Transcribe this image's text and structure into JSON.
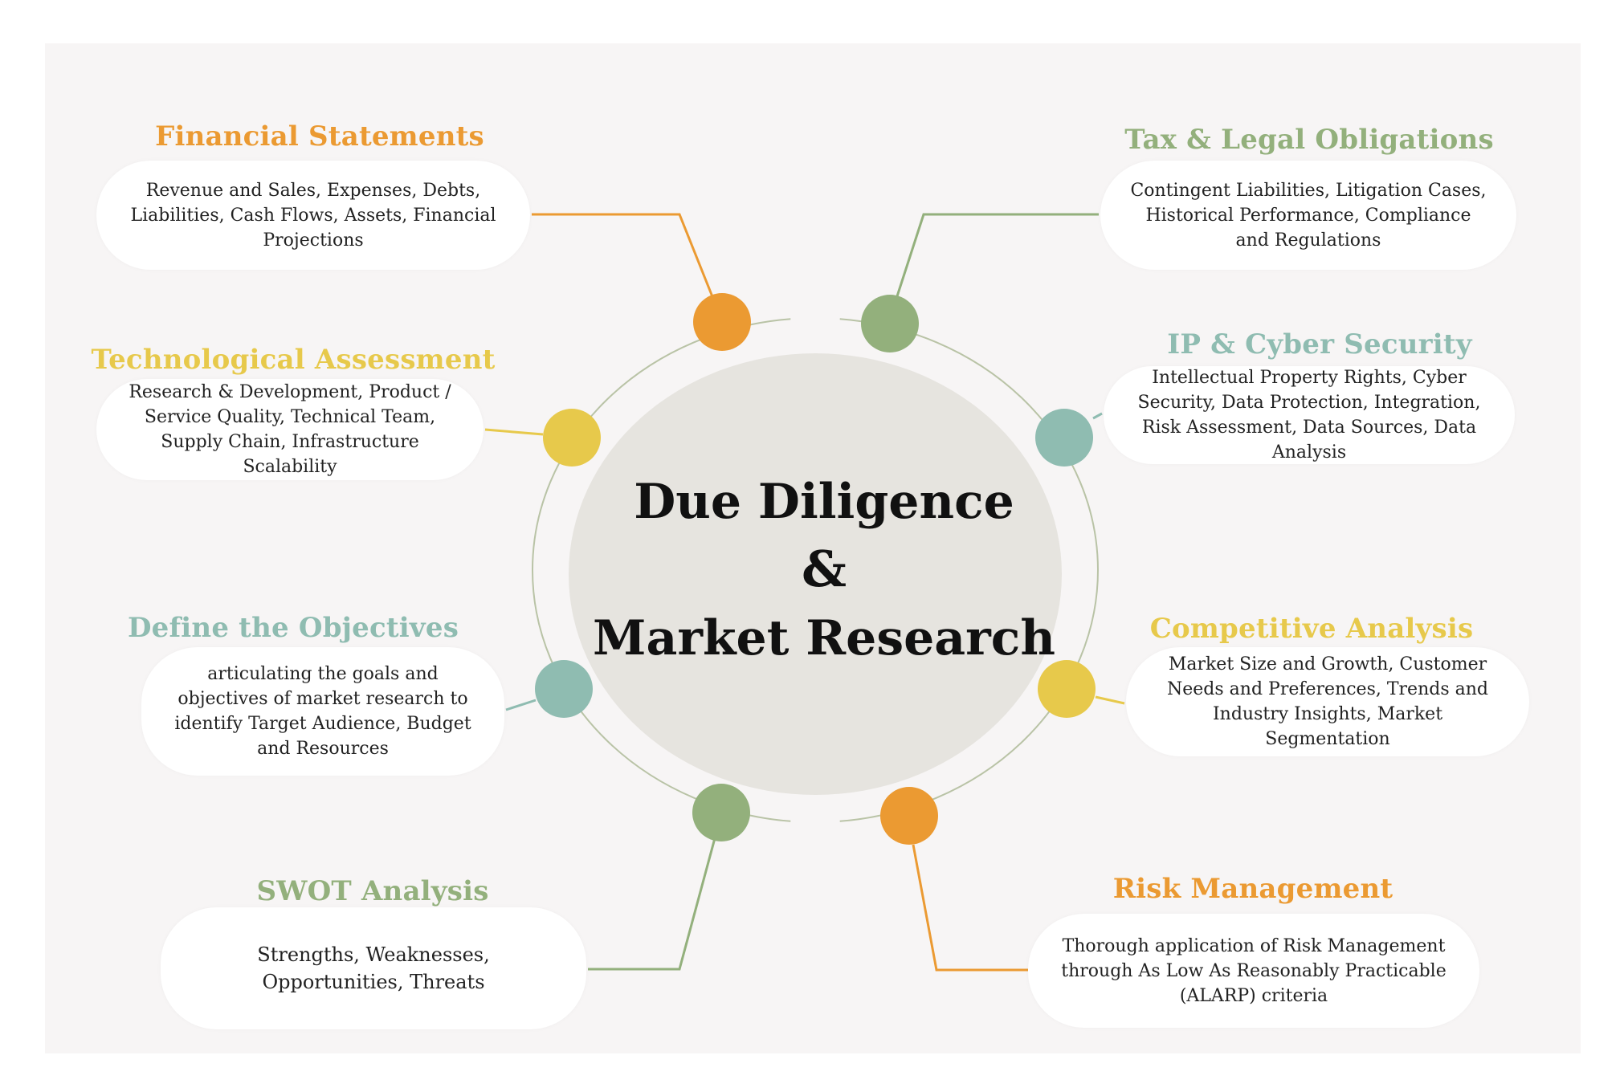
{
  "center": {
    "line1": "Due Diligence",
    "line2": "&",
    "line3": "Market Research"
  },
  "colors": {
    "orange": "#eb9a32",
    "green": "#93b07c",
    "teal": "#8fbcb1",
    "yellow": "#e7c94b",
    "ring": "#b9c3a6",
    "center_disc": "#e6e4df",
    "panel": "#f7f5f5"
  },
  "nodes": [
    {
      "title": "Financial Statements",
      "text": "Revenue and Sales, Expenses, Debts, Liabilities, Cash Flows, Assets, Financial Projections",
      "color": "#eb9a32"
    },
    {
      "title": "Tax & Legal Obligations",
      "text": "Contingent Liabilities, Litigation Cases, Historical Performance, Compliance and Regulations",
      "color": "#93b07c"
    },
    {
      "title": "Technological Assessment",
      "text": "Research & Development, Product / Service Quality, Technical Team, Supply Chain, Infrastructure Scalability",
      "color": "#e7c94b"
    },
    {
      "title": "IP & Cyber Security",
      "text": "Intellectual Property Rights,  Cyber Security, Data Protection, Integration, Risk Assessment, Data Sources, Data Analysis",
      "color": "#8fbcb1"
    },
    {
      "title": "Define the Objectives",
      "text": "articulating the goals and objectives of market research to identify Target Audience, Budget and Resources",
      "color": "#8fbcb1"
    },
    {
      "title": "Competitive Analysis",
      "text": "Market Size and Growth, Customer Needs and Preferences, Trends and Industry Insights, Market Segmentation",
      "color": "#e7c94b"
    },
    {
      "title": "SWOT Analysis",
      "text": "Strengths, Weaknesses, Opportunities, Threats",
      "color": "#93b07c"
    },
    {
      "title": "Risk Management",
      "text": "Thorough application of Risk Management through As Low As Reasonably Practicable (ALARP) criteria",
      "color": "#eb9a32"
    }
  ]
}
